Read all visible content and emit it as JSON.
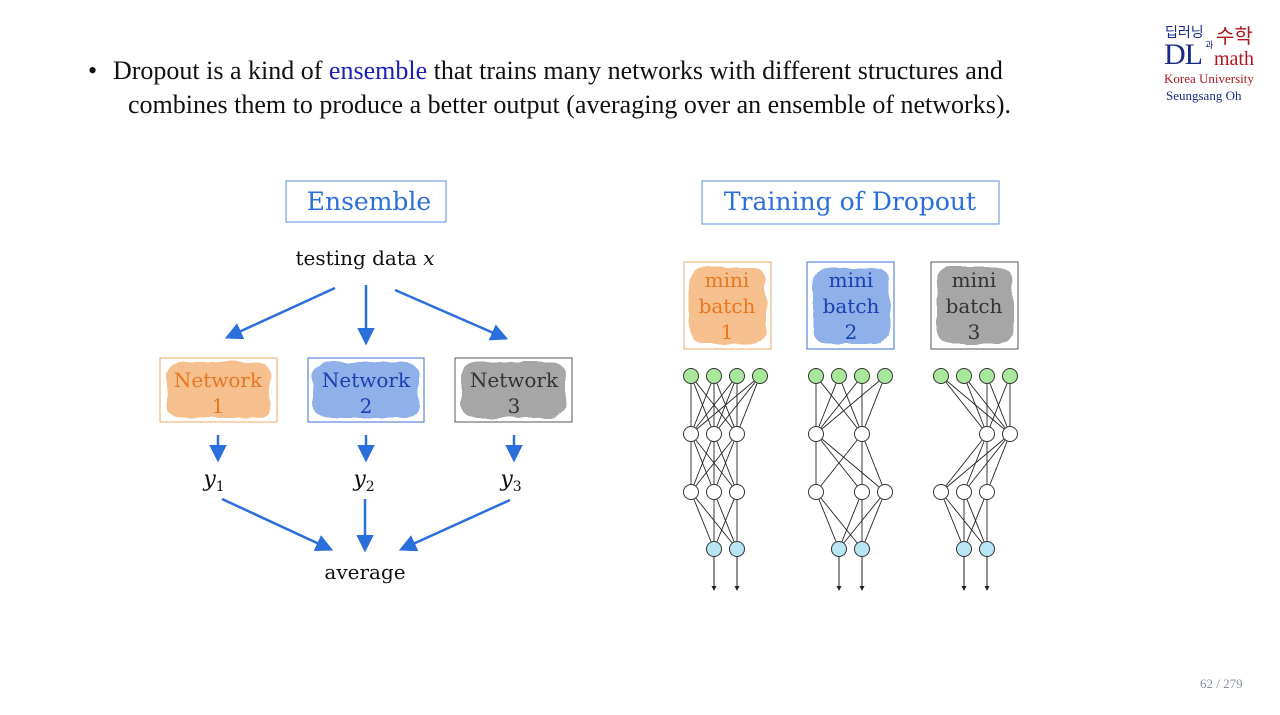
{
  "bullet": {
    "line1_pre": "Dropout is a kind of ",
    "line1_highlight": "ensemble",
    "line1_post": " that trains many networks with different structures and",
    "line2": "combines them to produce a better output (averaging over an ensemble of networks)."
  },
  "logo": {
    "korean_left": "딥러닝",
    "korean_conj": "과",
    "korean_right": "수학",
    "dl": "DL",
    "math": "math",
    "university": "Korea University",
    "author": "Seungsang Oh"
  },
  "page_number": "62 / 279",
  "ensemble": {
    "title": "Ensemble",
    "input_label": "testing data",
    "input_var": "x",
    "networks": [
      {
        "line1": "Network",
        "line2": "1",
        "color": "#f5bf8e",
        "text_color": "#e87722"
      },
      {
        "line1": "Network",
        "line2": "2",
        "color": "#8fb0e8",
        "text_color": "#1a3fb0"
      },
      {
        "line1": "Network",
        "line2": "3",
        "color": "#a6a6a6",
        "text_color": "#333333"
      }
    ],
    "outputs": [
      {
        "var": "y",
        "sub": "1"
      },
      {
        "var": "y",
        "sub": "2"
      },
      {
        "var": "y",
        "sub": "3"
      }
    ],
    "result_label": "average"
  },
  "dropout": {
    "title": "Training of Dropout",
    "batches": [
      {
        "line1": "mini",
        "line2": "batch",
        "line3": "1",
        "color": "#f5bf8e",
        "text_color": "#e87722"
      },
      {
        "line1": "mini",
        "line2": "batch",
        "line3": "2",
        "color": "#8fb0e8",
        "text_color": "#1a3fb0"
      },
      {
        "line1": "mini",
        "line2": "batch",
        "line3": "3",
        "color": "#a6a6a6",
        "text_color": "#333333"
      }
    ]
  },
  "colors": {
    "arrow": "#2a6fdb",
    "title_text": "#2a6fdb",
    "input_node": "#a8e89a",
    "output_node": "#b8e6f5"
  }
}
